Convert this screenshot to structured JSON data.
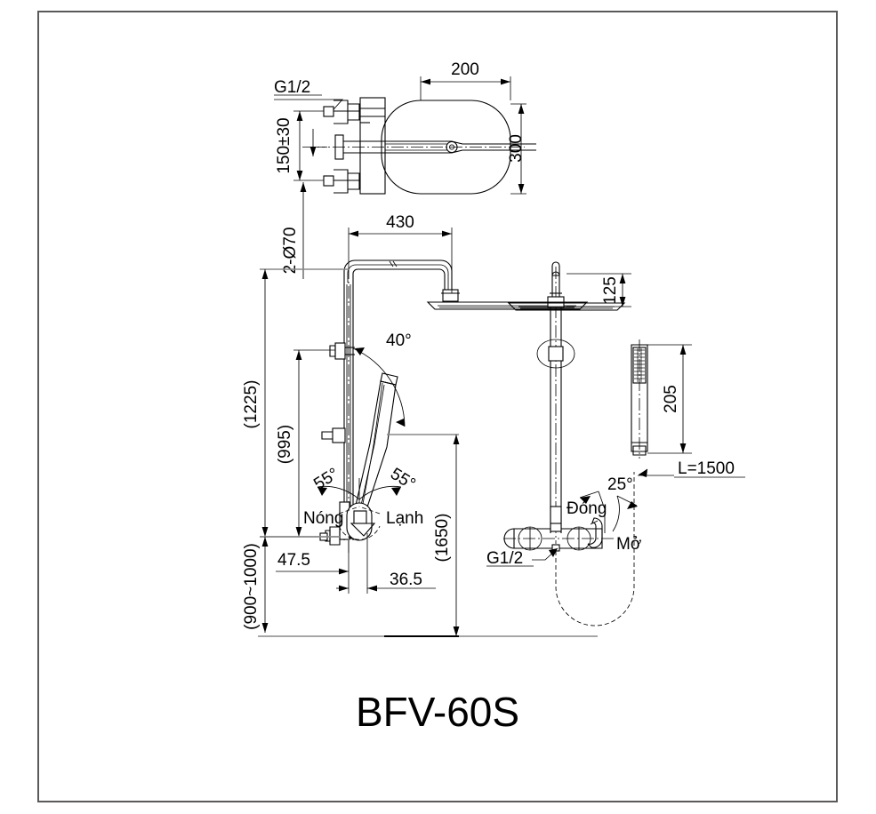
{
  "sheet": {
    "title": "BFV-60S",
    "background": "#ffffff",
    "frame_color": "#5a5a5a"
  },
  "top_view": {
    "thread_label": "G1/2",
    "inlet_spacing": "150±30",
    "mount_holes": "2-Ø70",
    "head_width": "200",
    "head_height": "300"
  },
  "front_view": {
    "arm_reach": "430",
    "handshower_angle": "40°",
    "hot_angle": "55°",
    "cold_angle": "55°",
    "hot_label": "Nóng",
    "cold_label": "Lạnh",
    "overall_height": "(1225)",
    "bar_height": "(995)",
    "mount_range": "(900~1000)",
    "offset_a": "47.5",
    "offset_b": "36.5",
    "floor_height": "(1650)"
  },
  "side_view": {
    "head_drop": "125",
    "handshower_length": "205",
    "hose_length": "L=1500",
    "valve_angle": "25°",
    "close_label": "Đóng",
    "open_label": "Mở",
    "thread_label": "G1/2"
  }
}
